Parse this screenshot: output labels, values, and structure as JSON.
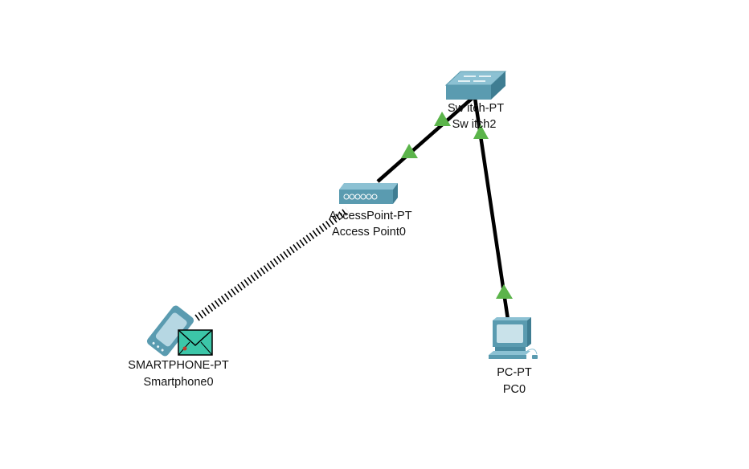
{
  "workspace": {
    "background": "#ffffff",
    "link_color": "#000000",
    "link_up_indicator_color": "#5bb44a",
    "device_color": "#5b9bae",
    "envelope_color": "#3cc6a8"
  },
  "devices": [
    {
      "id": "switch2",
      "type": "Switch-PT",
      "name": "Switch2",
      "type_label": "Sw itch-PT",
      "name_label": "Sw itch2",
      "icon": "switch-icon"
    },
    {
      "id": "ap0",
      "type": "AccessPoint-PT",
      "name": "Access Point0",
      "type_label": "AccessPoint-PT",
      "name_label": "Access Point0",
      "icon": "access-point-icon"
    },
    {
      "id": "smartphone0",
      "type": "SMARTPHONE-PT",
      "name": "Smartphone0",
      "type_label": "SMARTPHONE-PT",
      "name_label": "Smartphone0",
      "icon": "smartphone-icon",
      "pdu": "envelope-icon"
    },
    {
      "id": "pc0",
      "type": "PC-PT",
      "name": "PC0",
      "type_label": "PC-PT",
      "name_label": "PC0",
      "icon": "pc-icon"
    }
  ],
  "links": [
    {
      "from": "ap0",
      "to": "switch2",
      "kind": "copper-straight-through",
      "status_from": "up",
      "status_to": "up"
    },
    {
      "from": "switch2",
      "to": "pc0",
      "kind": "copper-straight-through",
      "status_from": "up",
      "status_to": "up"
    },
    {
      "from": "smartphone0",
      "to": "ap0",
      "kind": "wireless"
    }
  ]
}
